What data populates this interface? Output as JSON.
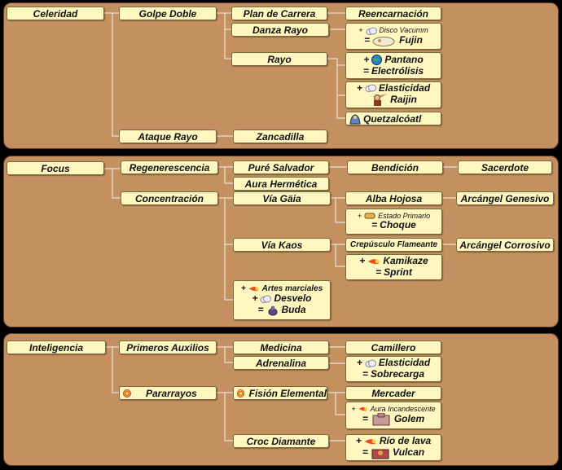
{
  "sections": {
    "celeridad": {
      "root": "Celeridad",
      "golpe_doble": "Golpe Doble",
      "plan_carrera": "Plan de Carrera",
      "reencarnacion": "Reencarnación",
      "danza_rayo": "Danza  Rayo",
      "fujin_plus": "+",
      "fujin_ingredient": "Disco Vacumm",
      "fujin_eq": "=",
      "fujin_result": "Fujin",
      "rayo": "Rayo",
      "electrolisis_plus": "+",
      "electrolisis_ingredient": "Pantano",
      "electrolisis_eq": "=",
      "electrolisis_result": "Electrólisis",
      "raijin_plus": "+",
      "raijin_ingredient": "Elasticidad",
      "raijin_result": "Raijin",
      "quetzalcoatl": "Quetzalcóatl",
      "ataque_rayo": "Ataque Rayo",
      "zancadilla": "Zancadilla"
    },
    "focus": {
      "root": "Focus",
      "regeneracion": "Regenerescencia",
      "pure_salvador": "Puré Salvador",
      "bendicion": "Bendición",
      "sacerdote": "Sacerdote",
      "aura_hermetica": "Aura Hermética",
      "concentracion": "Concentración",
      "via_gaia": "Vía Gäia",
      "alba_hojosa": "Alba Hojosa",
      "arcangel_genesivo": "Arcángel Genesivo",
      "choque_plus": "+",
      "choque_ingredient": "Estado Primario",
      "choque_eq": "=",
      "choque_result": "Choque",
      "via_kaos": "Vía Kaos",
      "crepusculo": "Crepúsculo Flameante",
      "arcangel_corrosivo": "Arcángel Corrosivo",
      "sprint_plus": "+",
      "sprint_ingredient": "Kamikaze",
      "sprint_eq": "=",
      "sprint_result": "Sprint",
      "buda_plus1": "+",
      "buda_ingredient1": "Artes marciales",
      "buda_plus2": "+",
      "buda_ingredient2": "Desvelo",
      "buda_eq": "=",
      "buda_result": "Buda"
    },
    "inteligencia": {
      "root": "Inteligencia",
      "primeros_auxilios": "Primeros Auxilios",
      "medicina": "Medicina",
      "camillero": "Camillero",
      "adrenalina": "Adrenalina",
      "sobrecarga_plus": "+",
      "sobrecarga_ingredient": "Elasticidad",
      "sobrecarga_eq": "=",
      "sobrecarga_result": "Sobrecarga",
      "pararrayos": "Pararrayos",
      "fision": "Fisión Elemental",
      "mercader": "Mercader",
      "golem_plus": "+",
      "golem_ingredient": "Aura Incandescente",
      "golem_eq": "=",
      "golem_result": "Golem",
      "croc_diamante": "Croc Diamante",
      "vulcan_plus": "+",
      "vulcan_ingredient": "Río de lava",
      "vulcan_eq": "=",
      "vulcan_result": "Vulcan"
    }
  },
  "colors": {
    "panel": "#c4905f",
    "box": "#fff6c0",
    "line": "#f2f2f2"
  },
  "icons": [
    "cloud-icon",
    "globe-icon",
    "warrior-icon",
    "feathered-serpent-icon",
    "scroll-icon",
    "fire-comet-icon",
    "bird-icon",
    "pinwheel-icon",
    "golem-icon",
    "vulcan-icon",
    "fujin-icon"
  ]
}
